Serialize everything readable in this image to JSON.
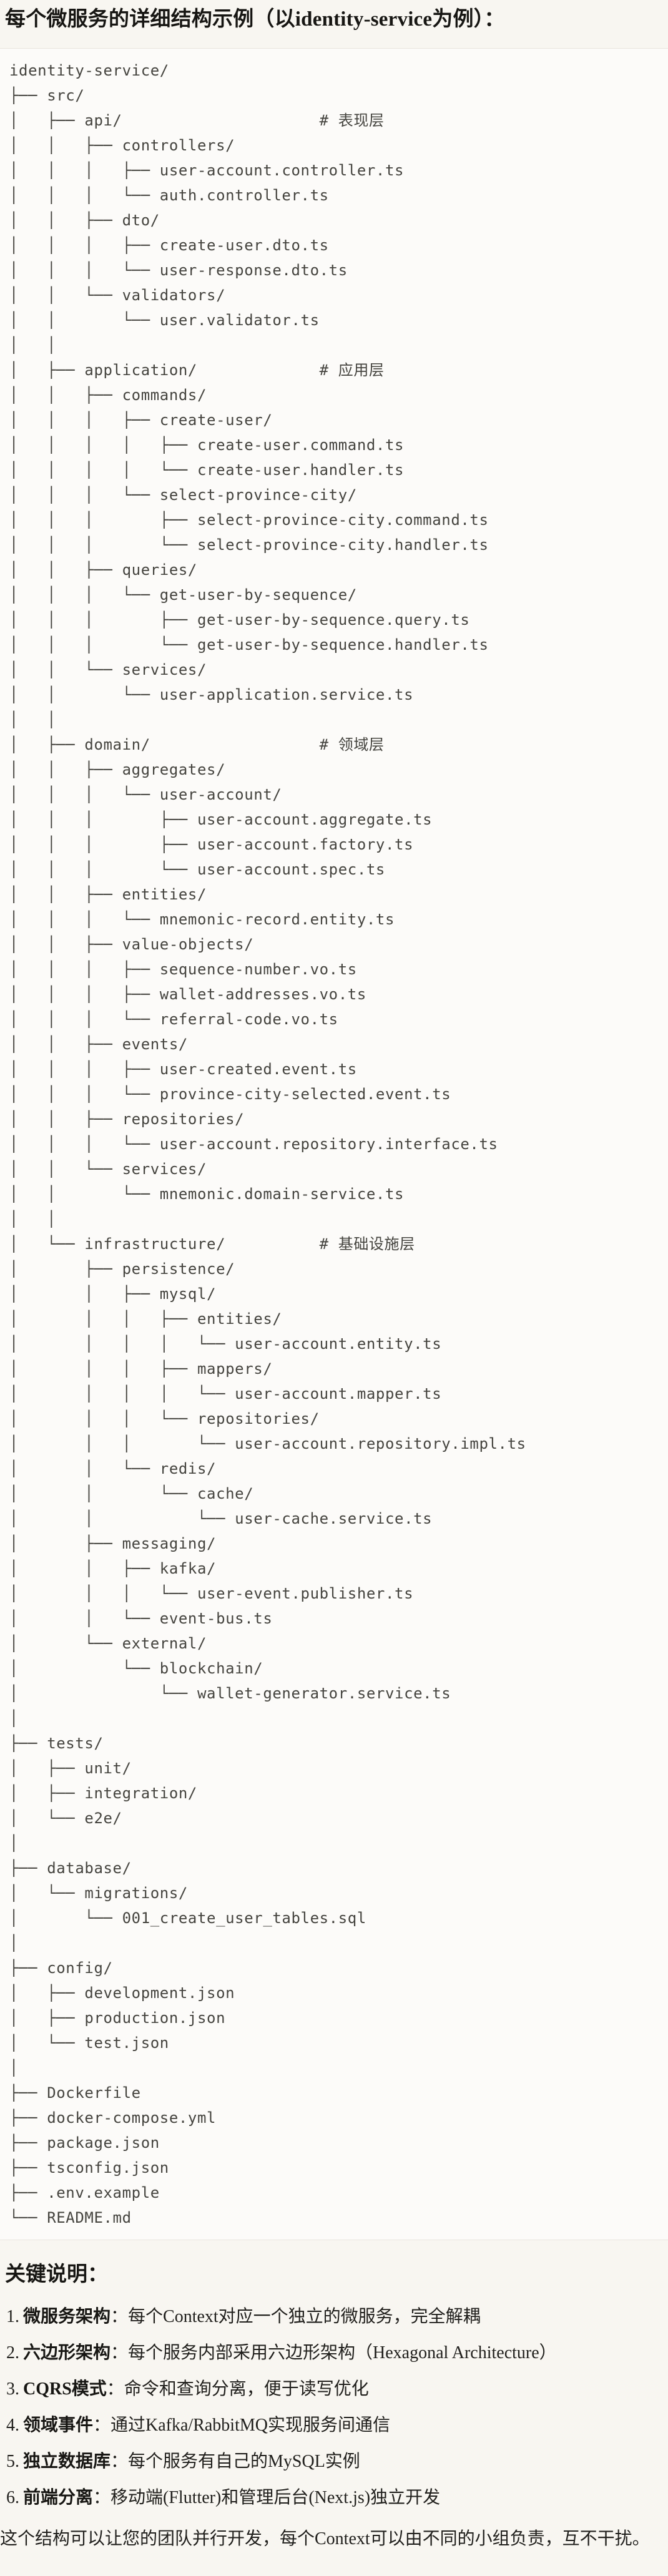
{
  "page": {
    "title": "每个微服务的详细结构示例（以identity-service为例）：",
    "notes_heading": "关键说明：",
    "closing": "这个结构可以让您的团队并行开发，每个Context可以由不同的小组负责，互不干扰。"
  },
  "colors": {
    "page_bg": "#f8f6f1",
    "code_bg": "#fcfbf9",
    "code_border": "#e8e5de",
    "code_text": "#45443f",
    "heading_text": "#171613"
  },
  "code_block": {
    "lines": [
      "identity-service/",
      "├── src/",
      "│   ├── api/                     # 表现层",
      "│   │   ├── controllers/",
      "│   │   │   ├── user-account.controller.ts",
      "│   │   │   └── auth.controller.ts",
      "│   │   ├── dto/",
      "│   │   │   ├── create-user.dto.ts",
      "│   │   │   └── user-response.dto.ts",
      "│   │   └── validators/",
      "│   │       └── user.validator.ts",
      "│   │",
      "│   ├── application/             # 应用层",
      "│   │   ├── commands/",
      "│   │   │   ├── create-user/",
      "│   │   │   │   ├── create-user.command.ts",
      "│   │   │   │   └── create-user.handler.ts",
      "│   │   │   └── select-province-city/",
      "│   │   │       ├── select-province-city.command.ts",
      "│   │   │       └── select-province-city.handler.ts",
      "│   │   ├── queries/",
      "│   │   │   └── get-user-by-sequence/",
      "│   │   │       ├── get-user-by-sequence.query.ts",
      "│   │   │       └── get-user-by-sequence.handler.ts",
      "│   │   └── services/",
      "│   │       └── user-application.service.ts",
      "│   │",
      "│   ├── domain/                  # 领域层",
      "│   │   ├── aggregates/",
      "│   │   │   └── user-account/",
      "│   │   │       ├── user-account.aggregate.ts",
      "│   │   │       ├── user-account.factory.ts",
      "│   │   │       └── user-account.spec.ts",
      "│   │   ├── entities/",
      "│   │   │   └── mnemonic-record.entity.ts",
      "│   │   ├── value-objects/",
      "│   │   │   ├── sequence-number.vo.ts",
      "│   │   │   ├── wallet-addresses.vo.ts",
      "│   │   │   └── referral-code.vo.ts",
      "│   │   ├── events/",
      "│   │   │   ├── user-created.event.ts",
      "│   │   │   └── province-city-selected.event.ts",
      "│   │   ├── repositories/",
      "│   │   │   └── user-account.repository.interface.ts",
      "│   │   └── services/",
      "│   │       └── mnemonic.domain-service.ts",
      "│   │",
      "│   └── infrastructure/          # 基础设施层",
      "│       ├── persistence/",
      "│       │   ├── mysql/",
      "│       │   │   ├── entities/",
      "│       │   │   │   └── user-account.entity.ts",
      "│       │   │   ├── mappers/",
      "│       │   │   │   └── user-account.mapper.ts",
      "│       │   │   └── repositories/",
      "│       │   │       └── user-account.repository.impl.ts",
      "│       │   └── redis/",
      "│       │       └── cache/",
      "│       │           └── user-cache.service.ts",
      "│       ├── messaging/",
      "│       │   ├── kafka/",
      "│       │   │   └── user-event.publisher.ts",
      "│       │   └── event-bus.ts",
      "│       └── external/",
      "│           └── blockchain/",
      "│               └── wallet-generator.service.ts",
      "│",
      "├── tests/",
      "│   ├── unit/",
      "│   ├── integration/",
      "│   └── e2e/",
      "│",
      "├── database/",
      "│   └── migrations/",
      "│       └── 001_create_user_tables.sql",
      "│",
      "├── config/",
      "│   ├── development.json",
      "│   ├── production.json",
      "│   └── test.json",
      "│",
      "├── Dockerfile",
      "├── docker-compose.yml",
      "├── package.json",
      "├── tsconfig.json",
      "├── .env.example",
      "└── README.md"
    ]
  },
  "notes": {
    "items": [
      {
        "num": "1.",
        "label": "微服务架构",
        "rest": "：每个Context对应一个独立的微服务，完全解耦"
      },
      {
        "num": "2.",
        "label": "六边形架构",
        "rest": "：每个服务内部采用六边形架构（Hexagonal Architecture）"
      },
      {
        "num": "3.",
        "label": "CQRS模式",
        "rest": "：命令和查询分离，便于读写优化"
      },
      {
        "num": "4.",
        "label": "领域事件",
        "rest": "：通过Kafka/RabbitMQ实现服务间通信"
      },
      {
        "num": "5.",
        "label": "独立数据库",
        "rest": "：每个服务有自己的MySQL实例"
      },
      {
        "num": "6.",
        "label": "前端分离",
        "rest": "：移动端(Flutter)和管理后台(Next.js)独立开发"
      }
    ]
  }
}
